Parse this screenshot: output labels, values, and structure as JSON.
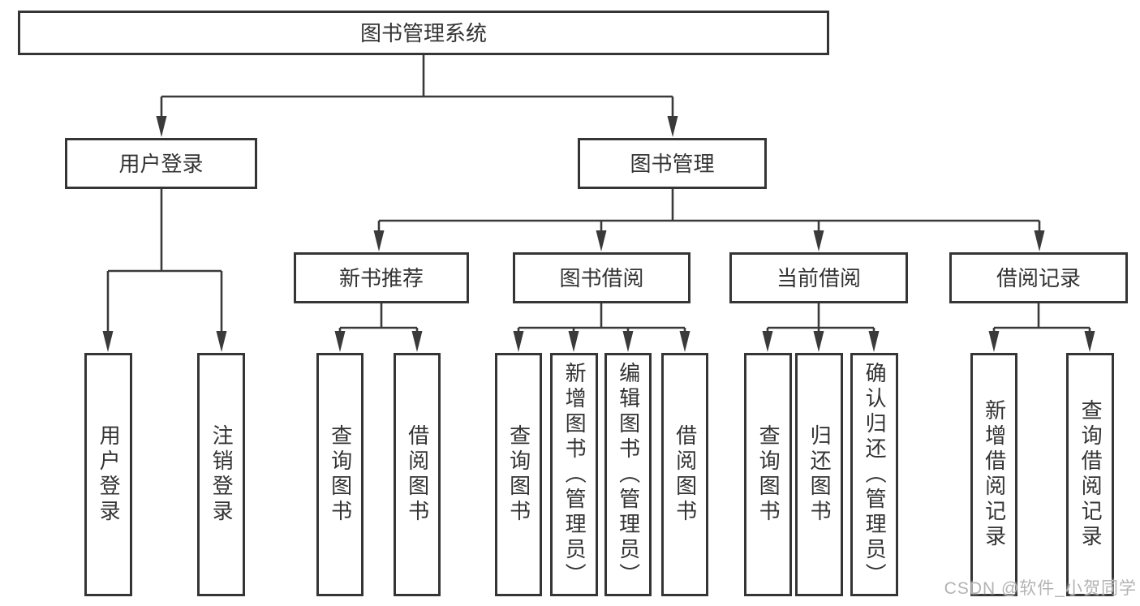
{
  "colors": {
    "line": "#3a3a3a",
    "border": "#353535",
    "text": "#333333",
    "background": "#ffffff",
    "watermark_gray": "#b3b3b3"
  },
  "watermark": {
    "text": "CSDN @软件_小贺同学"
  },
  "tree": {
    "root": {
      "label": "图书管理系统",
      "children": [
        {
          "label": "用户登录",
          "children": [
            {
              "label": "用户登录"
            },
            {
              "label": "注销登录"
            }
          ]
        },
        {
          "label": "图书管理",
          "children": [
            {
              "label": "新书推荐",
              "children": [
                {
                  "label": "查询图书"
                },
                {
                  "label": "借阅图书"
                }
              ]
            },
            {
              "label": "图书借阅",
              "children": [
                {
                  "label": "查询图书"
                },
                {
                  "label": "新增图书（管理员）"
                },
                {
                  "label": "编辑图书（管理员）"
                },
                {
                  "label": "借阅图书"
                }
              ]
            },
            {
              "label": "当前借阅",
              "children": [
                {
                  "label": "查询图书"
                },
                {
                  "label": "归还图书"
                },
                {
                  "label": "确认归还（管理员）"
                }
              ]
            },
            {
              "label": "借阅记录",
              "children": [
                {
                  "label": "新增借阅记录"
                },
                {
                  "label": "查询借阅记录"
                }
              ]
            }
          ]
        }
      ]
    }
  }
}
